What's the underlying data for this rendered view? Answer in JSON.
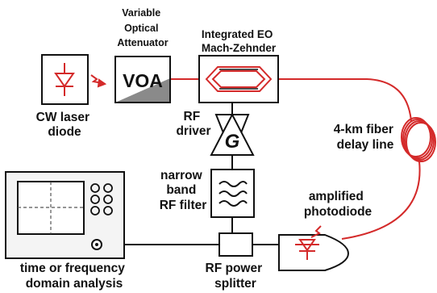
{
  "labels": {
    "voa_title": [
      "Variable",
      "Optical",
      "Attenuator"
    ],
    "voa_text": "VOA",
    "mz_title": [
      "Integrated EO",
      "Mach-Zehnder"
    ],
    "laser": [
      "CW laser",
      "diode"
    ],
    "rf_driver": [
      "RF",
      "driver"
    ],
    "gain_symbol": "G",
    "fiber": [
      "4-km fiber",
      "delay line"
    ],
    "filter": [
      "narrow",
      "band",
      "RF filter"
    ],
    "photodiode": [
      "amplified",
      "photodiode"
    ],
    "analysis": [
      "time or frequency",
      "domain analysis"
    ],
    "splitter": [
      "RF power",
      "splitter"
    ]
  },
  "colors": {
    "optical_path": "#d42a2a",
    "line": "#111111",
    "scope_bg": "#f4f4f4"
  }
}
